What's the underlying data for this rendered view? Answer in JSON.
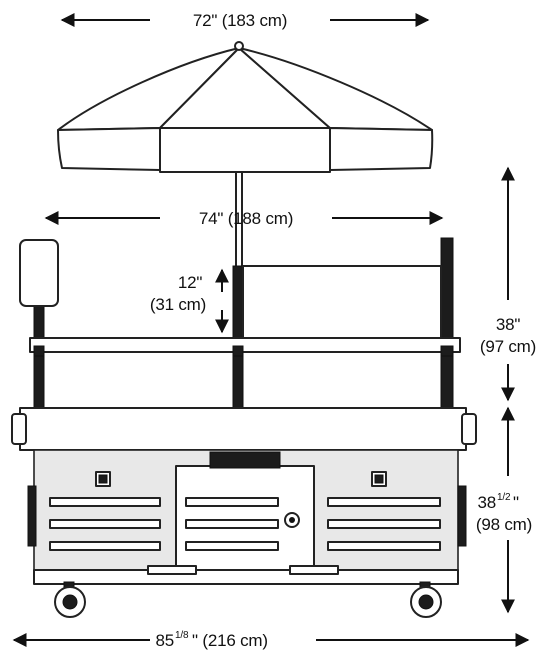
{
  "dimensions": {
    "umbrella_width": "72\" (183 cm)",
    "cart_top_width": "74\" (188 cm)",
    "sneeze_guard_height": {
      "line1": "12\"",
      "line2": "(31 cm)"
    },
    "upper_height": {
      "line1": "38\"",
      "line2": "(97 cm)"
    },
    "base_height": {
      "line1": "38",
      "fraction": "1/2",
      "line1_suffix": "\"",
      "line2": "(98 cm)"
    },
    "overall_width": {
      "whole": "85",
      "fraction": "1/8",
      "rest": "\" (216 cm)"
    }
  }
}
